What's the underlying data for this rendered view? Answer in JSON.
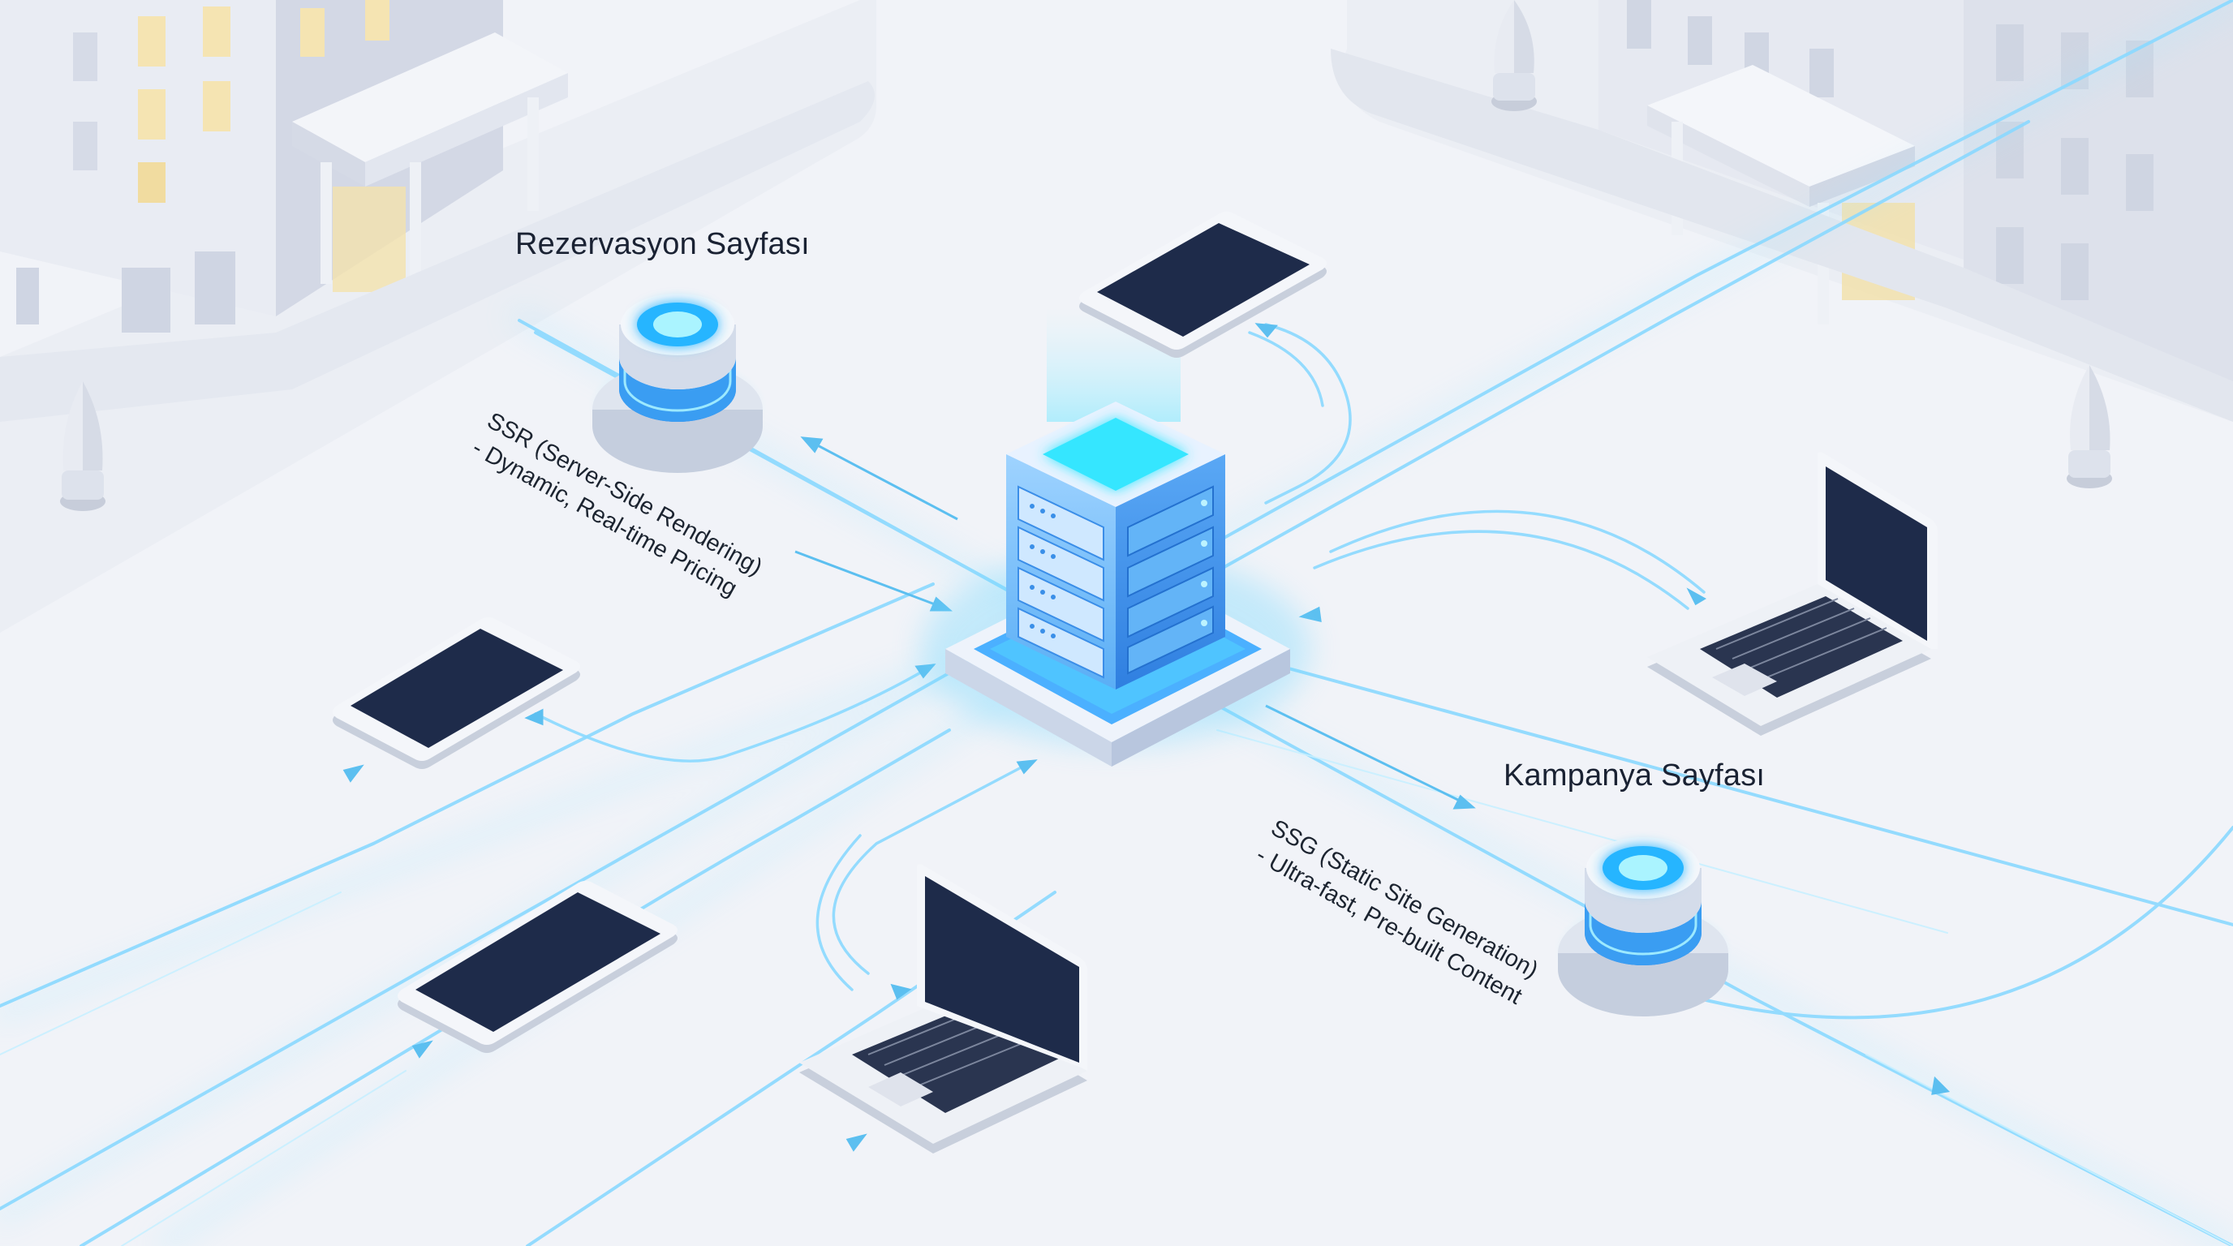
{
  "labels": {
    "reservation_page": "Rezervasyon Sayfası",
    "campaign_page": "Kampanya Sayfası"
  },
  "descriptions": {
    "ssr": {
      "line1": "SSR (Server-Side Rendering)",
      "line2": "- Dynamic, Real-time Pricing"
    },
    "ssg": {
      "line1": "SSG (Static Site Generation)",
      "line2": "- Ultra-fast, Pre-built Content"
    }
  },
  "colors": {
    "background": "#f1f3f8",
    "ground": "#e9ecf3",
    "building": "#e4e7f0",
    "building_shadow": "#cfd4e2",
    "window_lit": "#f6e6b8",
    "window_dark": "#c9cfdf",
    "flow_line": "#7fd4ff",
    "server_blue": "#3a9bf0",
    "server_top": "#33e6ff",
    "device_screen": "#1e2b4a",
    "device_body": "#f4f6fa"
  },
  "icons": {
    "server": "server-rack-icon",
    "database_ssr": "database-node-icon",
    "database_ssg": "database-node-icon",
    "phone": "smartphone-icon",
    "laptop": "laptop-icon",
    "building": "building-icon",
    "tree": "tree-icon"
  }
}
